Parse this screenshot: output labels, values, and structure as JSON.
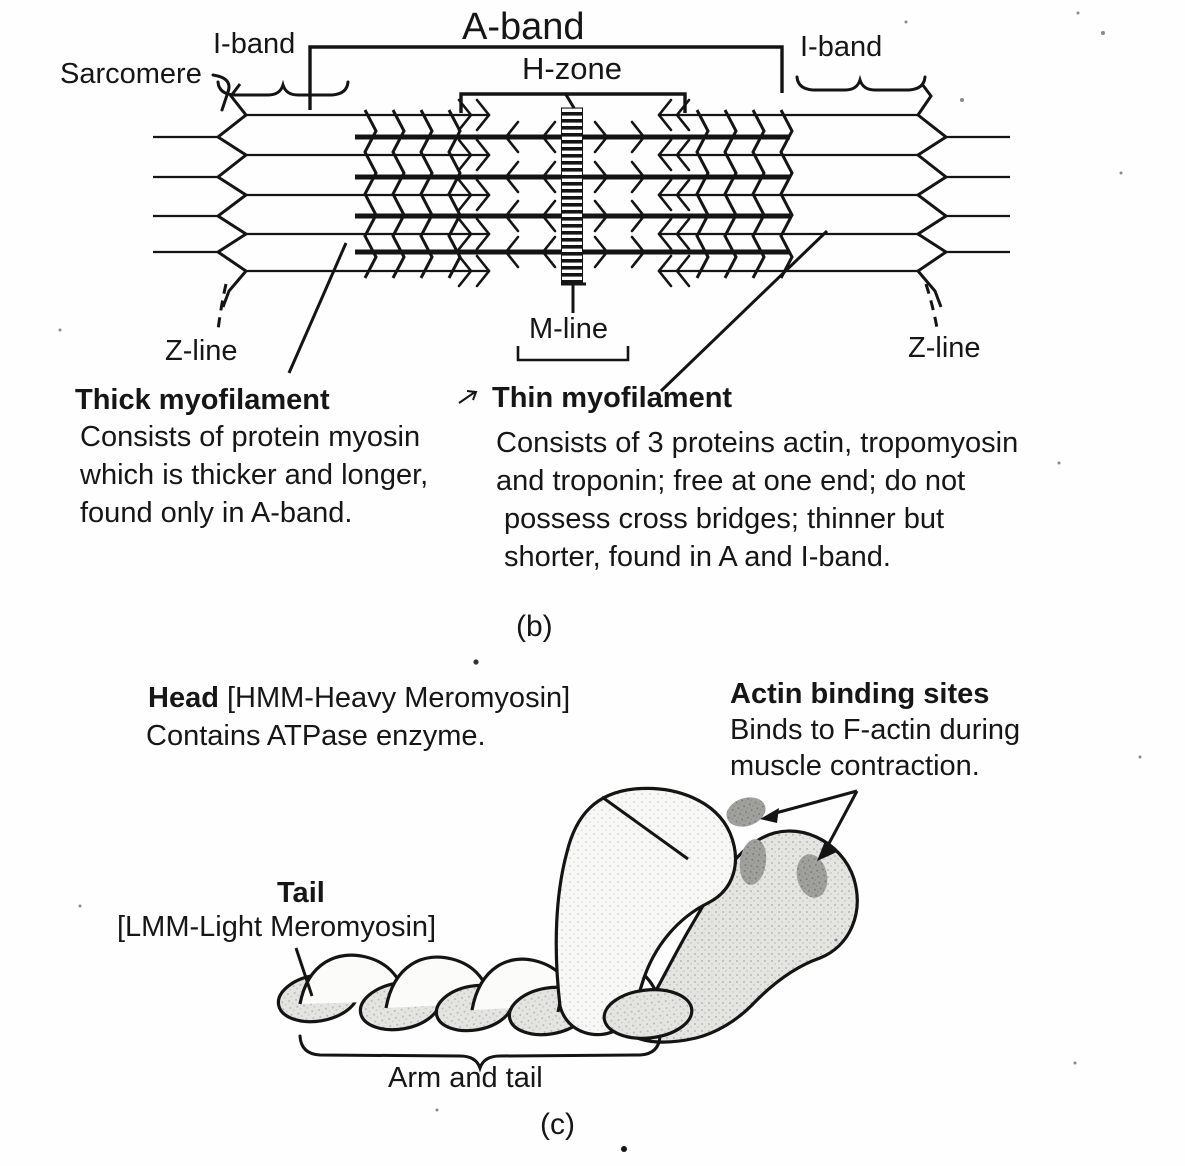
{
  "figure": {
    "sarcomere_diagram": {
      "sarcomere": "Sarcomere",
      "i_band_left": "I-band",
      "a_band": "A-band",
      "h_zone": "H-zone",
      "i_band_right": "I-band",
      "z_line_left": "Z-line",
      "m_line": "M-line",
      "z_line_right": "Z-line"
    },
    "thick_myofilament": {
      "title": "Thick myofilament",
      "line1": "Consists of protein myosin",
      "line2": "which is thicker and longer,",
      "line3": "found only in A-band."
    },
    "thin_myofilament": {
      "title": "Thin myofilament",
      "line1": "Consists of 3 proteins actin, tropomyosin",
      "line2": "and troponin; free at one end; do not",
      "line3": "possess cross bridges; thinner but",
      "line4": "shorter, found in A and I-band."
    },
    "part_b_label": "(b)",
    "myosin_diagram": {
      "head_bold": "Head",
      "head_rest": " [HMM-Heavy Meromyosin]",
      "head_line2": "Contains ATPase enzyme.",
      "actin_title": "Actin binding sites",
      "actin_line1": "Binds to F-actin during",
      "actin_line2": "muscle contraction.",
      "tail_bold": "Tail",
      "tail_line2": "[LMM-Light Meromyosin]",
      "arm_and_tail": "Arm and tail"
    },
    "part_c_label": "(c)"
  },
  "colors": {
    "ink": "#141414",
    "paper": "#fefefe",
    "head_fill": "#f7f7f5",
    "shaded_fill": "#e4e4e1",
    "binding_spot": "#a0a09d"
  }
}
